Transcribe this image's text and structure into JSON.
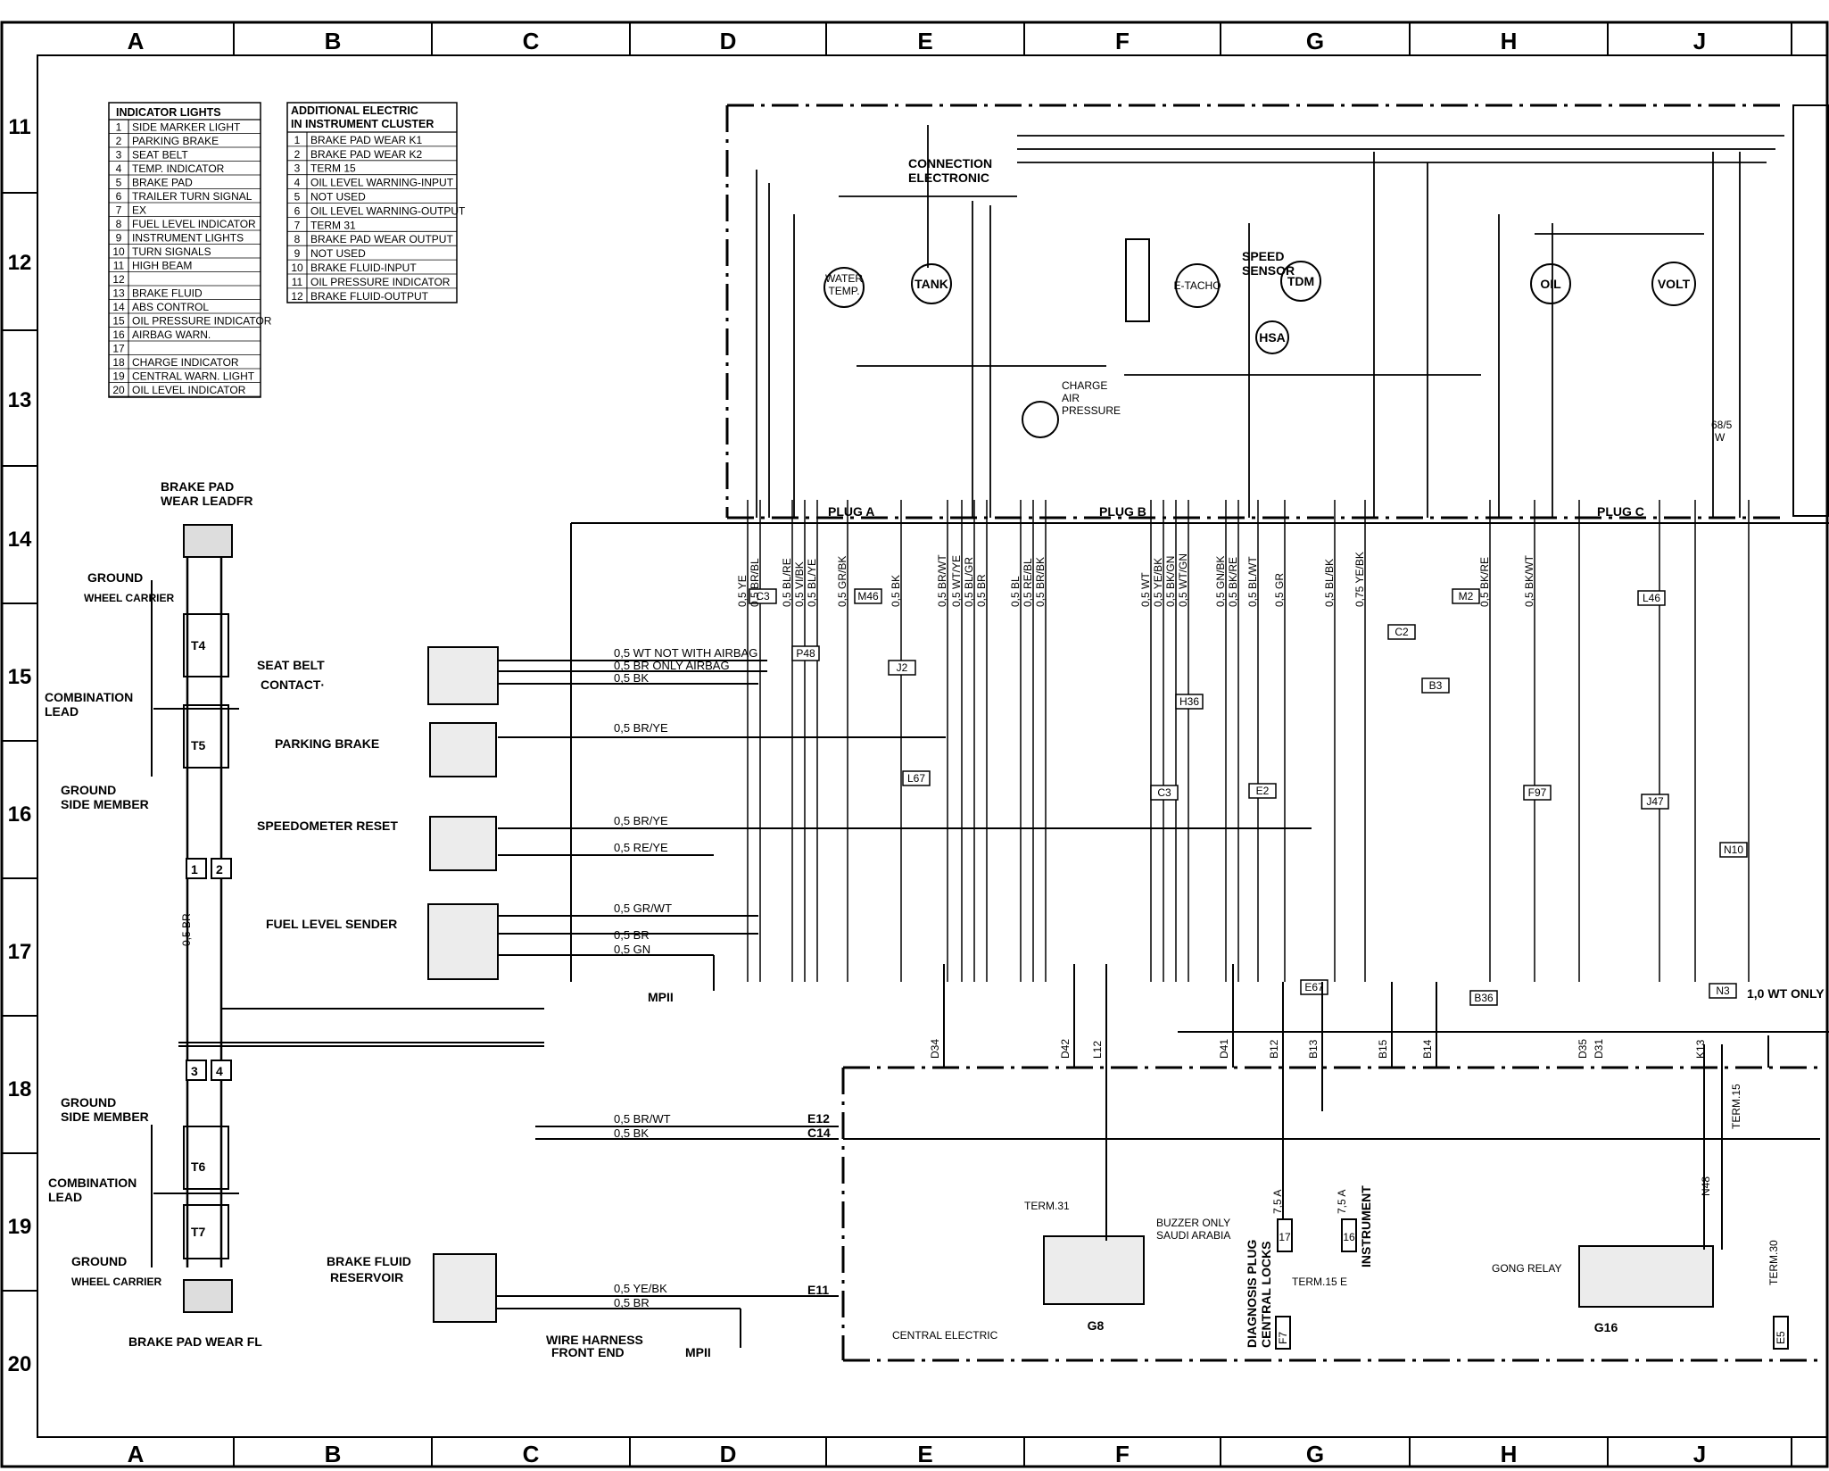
{
  "grid": {
    "columns": [
      "A",
      "B",
      "C",
      "D",
      "E",
      "F",
      "G",
      "H",
      "J"
    ],
    "rows": [
      "11",
      "12",
      "13",
      "14",
      "15",
      "16",
      "17",
      "18",
      "19",
      "20"
    ]
  },
  "indicator_lights": {
    "title": "INDICATOR LIGHTS",
    "items": [
      {
        "n": "1",
        "label": "SIDE MARKER LIGHT"
      },
      {
        "n": "2",
        "label": "PARKING BRAKE"
      },
      {
        "n": "3",
        "label": "SEAT BELT"
      },
      {
        "n": "4",
        "label": "TEMP. INDICATOR"
      },
      {
        "n": "5",
        "label": "BRAKE PAD"
      },
      {
        "n": "6",
        "label": "TRAILER TURN SIGNAL"
      },
      {
        "n": "7",
        "label": "EX"
      },
      {
        "n": "8",
        "label": "FUEL LEVEL INDICATOR"
      },
      {
        "n": "9",
        "label": "INSTRUMENT LIGHTS"
      },
      {
        "n": "10",
        "label": "TURN SIGNALS"
      },
      {
        "n": "11",
        "label": "HIGH BEAM"
      },
      {
        "n": "12",
        "label": ""
      },
      {
        "n": "13",
        "label": "BRAKE FLUID"
      },
      {
        "n": "14",
        "label": "ABS CONTROL"
      },
      {
        "n": "15",
        "label": "OIL PRESSURE INDICATOR"
      },
      {
        "n": "16",
        "label": "AIRBAG WARN."
      },
      {
        "n": "17",
        "label": ""
      },
      {
        "n": "18",
        "label": "CHARGE INDICATOR"
      },
      {
        "n": "19",
        "label": "CENTRAL WARN. LIGHT"
      },
      {
        "n": "20",
        "label": "OIL LEVEL INDICATOR"
      }
    ]
  },
  "additional_electric": {
    "title_line1": "ADDITIONAL ELECTRIC",
    "title_line2": "IN INSTRUMENT CLUSTER",
    "items": [
      {
        "n": "1",
        "label": "BRAKE PAD WEAR K1"
      },
      {
        "n": "2",
        "label": "BRAKE PAD WEAR K2"
      },
      {
        "n": "3",
        "label": "TERM 15"
      },
      {
        "n": "4",
        "label": "OIL LEVEL WARNING-INPUT"
      },
      {
        "n": "5",
        "label": "NOT USED"
      },
      {
        "n": "6",
        "label": "OIL LEVEL WARNING-OUTPUT"
      },
      {
        "n": "7",
        "label": "TERM 31"
      },
      {
        "n": "8",
        "label": "BRAKE PAD WEAR OUTPUT"
      },
      {
        "n": "9",
        "label": "NOT USED"
      },
      {
        "n": "10",
        "label": "BRAKE FLUID-INPUT"
      },
      {
        "n": "11",
        "label": "OIL PRESSURE INDICATOR"
      },
      {
        "n": "12",
        "label": "BRAKE FLUID-OUTPUT"
      }
    ]
  },
  "left_labels": {
    "brake_pad_fr_1": "BRAKE PAD",
    "brake_pad_fr_2": "WEAR LEADFR",
    "ground_wheel_1": "GROUND",
    "wheel_carrier_1": "WHEEL CARRIER",
    "combination_1a": "COMBINATION",
    "combination_1b": "LEAD",
    "ground_side_1a": "GROUND",
    "ground_side_1b": "SIDE MEMBER",
    "ground_side_2a": "GROUND",
    "ground_side_2b": "SIDE MEMBER",
    "combination_2a": "COMBINATION",
    "combination_2b": "LEAD",
    "ground_wheel_2": "GROUND",
    "wheel_carrier_2": "WHEEL CARRIER",
    "brake_pad_fl": "BRAKE PAD WEAR FL",
    "wire_br": "0,5 BR",
    "t4": "T4",
    "t5": "T5",
    "t6": "T6",
    "t7": "T7",
    "box1": "1",
    "box2": "2",
    "box3": "3",
    "box4": "4"
  },
  "components": {
    "seat_belt_1": "SEAT BELT",
    "seat_belt_2": "CONTACT·",
    "parking_brake": "PARKING BRAKE",
    "speedo_reset": "SPEEDOMETER RESET",
    "fuel_level": "FUEL LEVEL SENDER",
    "brake_fluid_1": "BRAKE FLUID",
    "brake_fluid_2": "RESERVOIR",
    "wire_harness_1": "WIRE HARNESS",
    "wire_harness_2": "FRONT END",
    "mpii_1": "MPII",
    "mpii_2": "MPII",
    "connection_1": "CONNECTION",
    "connection_2": "ELECTRONIC",
    "water_temp_1": "WATER",
    "water_temp_2": "TEMP.",
    "tank": "TANK",
    "etacho": "E-TACHO",
    "speed_sensor_1": "SPEED",
    "speed_sensor_2": "SENSOR",
    "tdm": "TDM",
    "hsa": "HSA",
    "oil": "OIL",
    "volt": "VOLT",
    "charge_air_1": "CHARGE",
    "charge_air_2": "AIR",
    "charge_air_3": "PRESSURE",
    "plug_a": "PLUG A",
    "plug_b": "PLUG B",
    "plug_c": "PLUG C",
    "term31_buzzer": "TERM.31",
    "buzzer_1": "BUZZER ONLY",
    "buzzer_2": "SAUDI ARABIA",
    "g8": "G8",
    "diag_1": "DIAGNOSIS PLUG",
    "diag_2": "CENTRAL LOCKS",
    "instrument": "INSTRUMENT",
    "term15e": "TERM.15 E",
    "gong_relay": "GONG RELAY",
    "g16": "G16",
    "central_electric": "CENTRAL ELECTRIC",
    "fuse17": "17",
    "fuse16": "16",
    "fuse_a1": "7,5 A",
    "fuse_a2": "7,5 A",
    "f7": "F7",
    "e5": "E5",
    "term30": "TERM.30",
    "term15": "TERM.15",
    "n48": "N48",
    "relay68": "68/5",
    "relay68w": "W",
    "only_label": "1,0 WT ONLY"
  },
  "wires_left": {
    "seat1": "0,5 WT NOT WITH AIRBAG",
    "seat2": "0,5 BR ONLY AIRBAG",
    "seat3": "0,5 BK",
    "park": "0,5 BR/YE",
    "speedo1": "0,5 BR/YE",
    "speedo2": "0,5 RE/YE",
    "fuel1": "0,5 GR/WT",
    "fuel2": "0,5 BR",
    "fuel3": "0,5 GN",
    "e12wire": "0,5 BR/WT",
    "c14wire": "0,5 BK",
    "e11wire1": "0,5 YE/BK",
    "e11wire2": "0,5 BR"
  },
  "connector_labels": {
    "e12": "E12",
    "c14": "C14",
    "e11": "E11",
    "d34": "D34",
    "d42": "D42",
    "l12": "L12",
    "d41": "D41",
    "b12": "B12",
    "b13": "B13",
    "b15": "B15",
    "b14": "B14",
    "k13": "K13",
    "d35": "D35",
    "d31": "D31"
  },
  "ref_boxes": [
    "C3",
    "P48",
    "M46",
    "J2",
    "L67",
    "C3",
    "H36",
    "E2",
    "C2",
    "B3",
    "M2",
    "F97",
    "J47",
    "L46",
    "N10",
    "E67",
    "B36",
    "N3"
  ],
  "vertical_wires": [
    "0,5 YE",
    "0,5 BR/BL",
    "0,5 BL/RE",
    "0,5 VI/BK",
    "0,5 BL/YE",
    "0,5 GR/BK",
    "0,5 BK",
    "0,5 BR/WT",
    "0,5 WT/YE",
    "0,5 BL/GR",
    "0,5 BR",
    "0,5 BL",
    "0,5 RE/BL",
    "0,5 BR/BK",
    "0,5 WT",
    "0,5 YE/BK",
    "0,5 BK/GN",
    "0,5 WT/GN",
    "0,5 GN/BK",
    "0,5 BK/RE",
    "0,5 BL/WT",
    "0,5 GR",
    "0,5 BL/BK",
    "0,75 YE/BK",
    "0,5 BK/RE",
    "0,5 BK/WT"
  ]
}
